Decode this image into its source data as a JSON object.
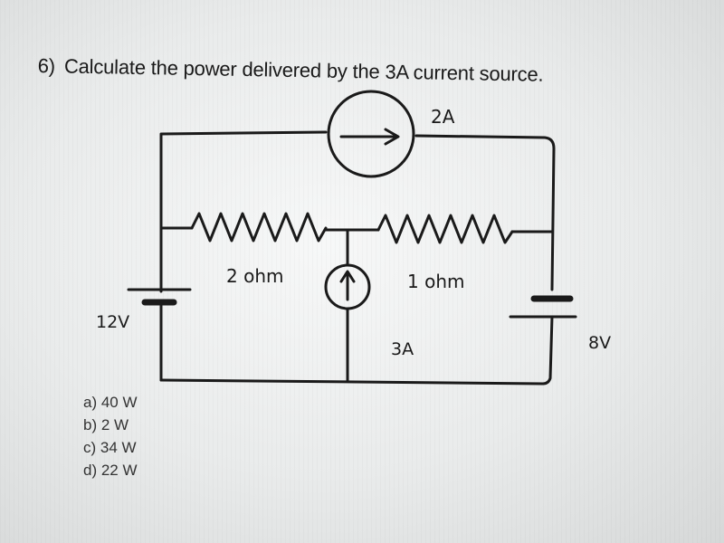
{
  "question": {
    "number": "6)",
    "text": "Calculate the power delivered by the 3A current source."
  },
  "circuit": {
    "source_top_label": "2A",
    "source_mid_label": "3A",
    "resistor_left_label": "2 ohm",
    "resistor_right_label": "1 ohm",
    "battery_left_label": "12V",
    "battery_right_label": "8V"
  },
  "choices": [
    "a) 40 W",
    "b) 2 W",
    "c) 34 W",
    "d) 22 W"
  ]
}
